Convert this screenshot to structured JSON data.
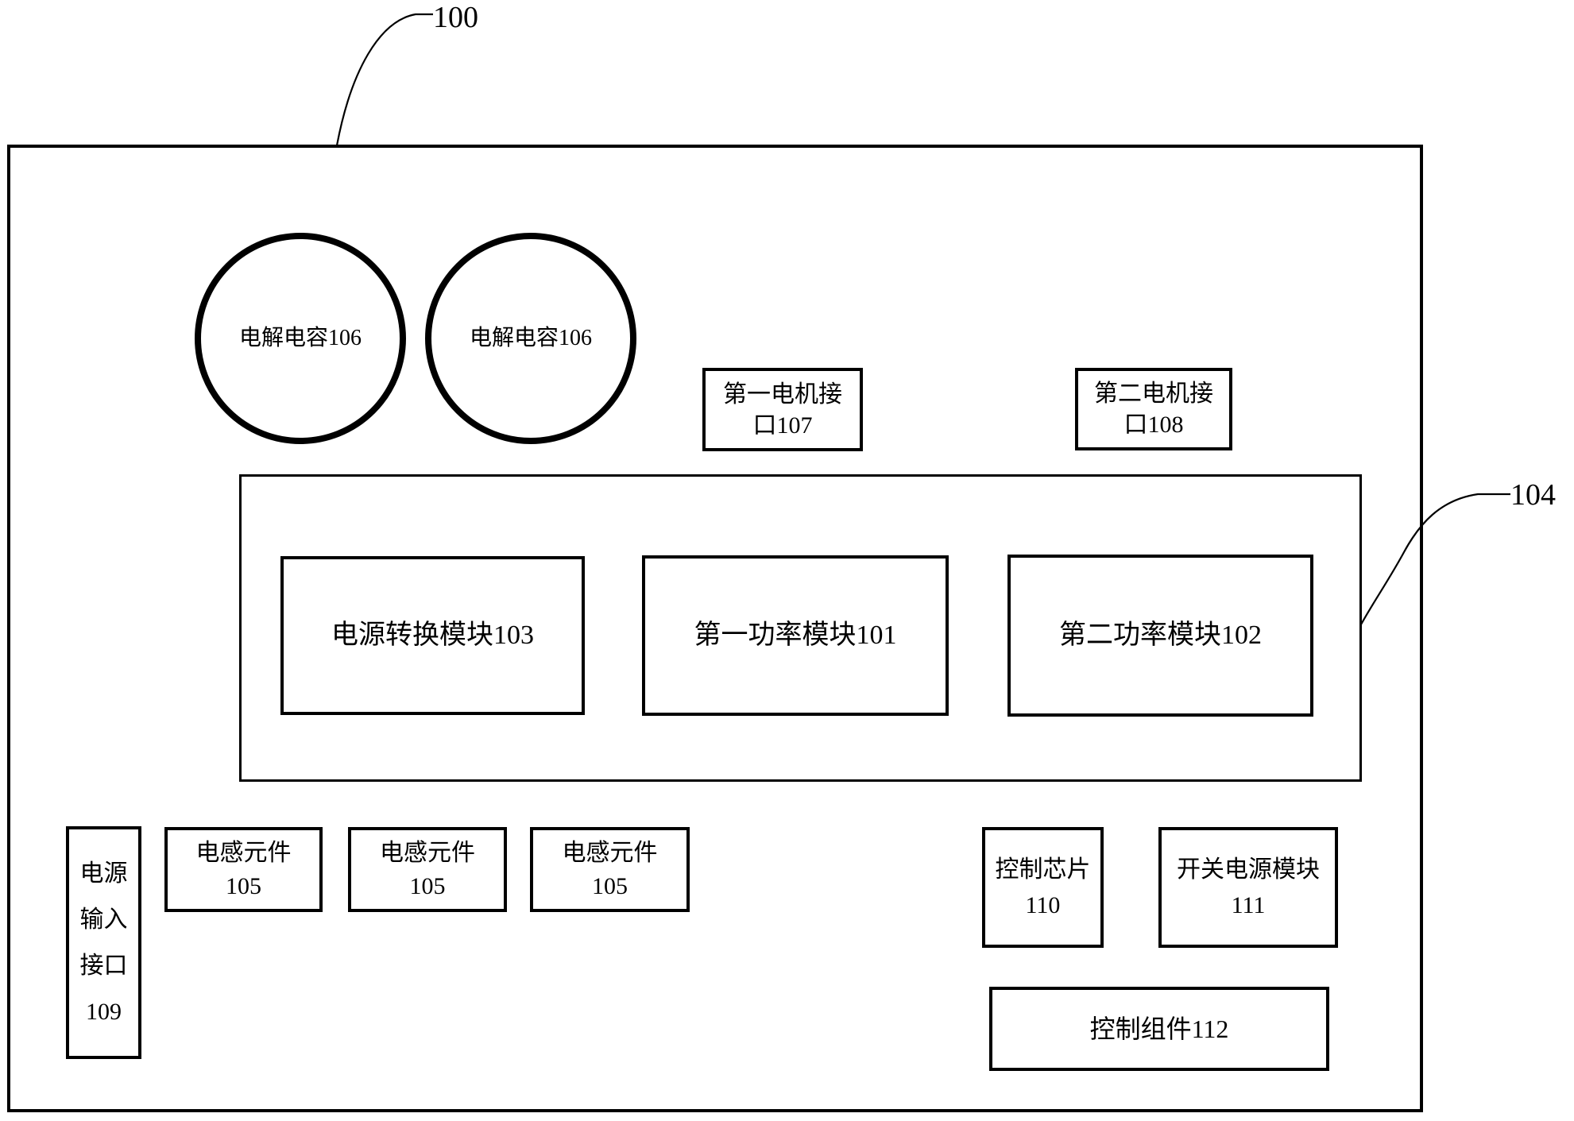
{
  "page": {
    "background_color": "#ffffff",
    "line_color": "#000000",
    "figure_type": "block-diagram"
  },
  "labels": {
    "ref_100": "100",
    "ref_104": "104"
  },
  "components": {
    "capacitor_left": {
      "label": "电解电容106"
    },
    "capacitor_right": {
      "label": "电解电容106"
    },
    "motor_port_1": {
      "lines": [
        "第一电机接",
        "口107"
      ]
    },
    "motor_port_2": {
      "lines": [
        "第二电机接",
        "口108"
      ]
    },
    "power_conversion_module": {
      "label": "电源转换模块103"
    },
    "power_module_1": {
      "label": "第一功率模块101"
    },
    "power_module_2": {
      "label": "第二功率模块102"
    },
    "power_input_port": {
      "lines": [
        "电源",
        "输入",
        "接口",
        "109"
      ]
    },
    "inductor_1": {
      "lines": [
        "电感元件",
        "105"
      ]
    },
    "inductor_2": {
      "lines": [
        "电感元件",
        "105"
      ]
    },
    "inductor_3": {
      "lines": [
        "电感元件",
        "105"
      ]
    },
    "control_chip": {
      "lines": [
        "控制芯片",
        "110"
      ]
    },
    "switch_power_module": {
      "lines": [
        "开关电源模块",
        "111"
      ]
    },
    "control_assembly": {
      "label": "控制组件112"
    }
  }
}
